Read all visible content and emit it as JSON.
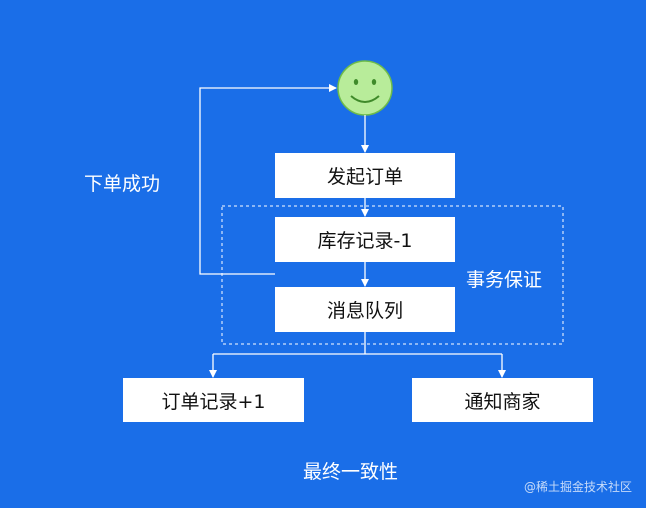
{
  "nodes": {
    "place_order": "发起订单",
    "inventory_record": "库存记录-1",
    "message_queue": "消息队列",
    "order_record": "订单记录+1",
    "notify_merchant": "通知商家"
  },
  "labels": {
    "order_success": "下单成功",
    "transaction_guarantee": "事务保证",
    "eventual_consistency": "最终一致性"
  },
  "watermark": "@稀土掘金技术社区",
  "colors": {
    "background": "#1a6ee8",
    "box": "#ffffff",
    "lines": "#ffffff",
    "smiley_fill": "#b8ec9a",
    "smiley_stroke": "#6dbb4a"
  },
  "icons": {
    "user": "smiley-face-icon"
  }
}
